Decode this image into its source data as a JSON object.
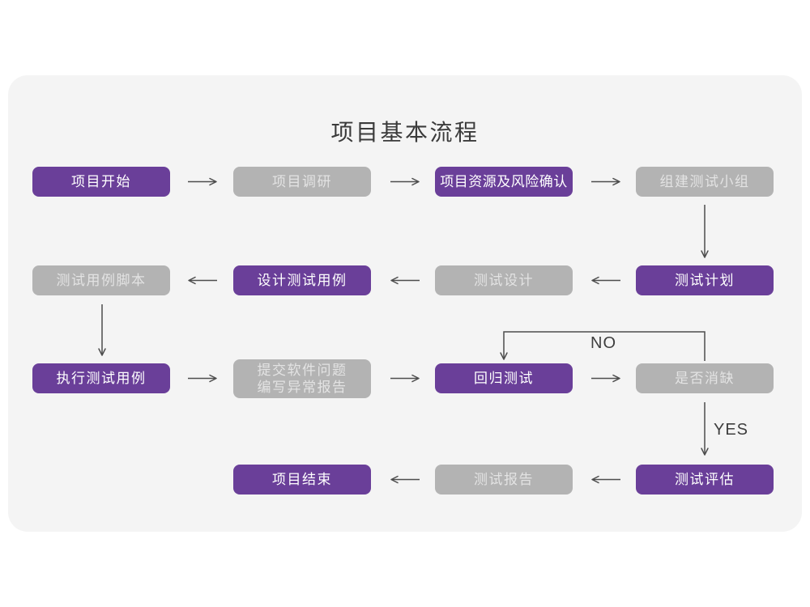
{
  "page": {
    "title": "项目基本流程"
  },
  "colors": {
    "purple": "#6A3F99",
    "gray": "#B3B3B3",
    "card_bg": "#F4F4F4",
    "purple_text": "#FFFFFF",
    "gray_text": "#E3E3E3",
    "arrow": "#4D4D4D",
    "title_text": "#3B3B3B",
    "label_text": "#3E3E3E"
  },
  "labels": {
    "no": "NO",
    "yes": "YES"
  },
  "nodes": [
    {
      "id": "project-start",
      "label": "项目开始",
      "variant": "purple"
    },
    {
      "id": "project-research",
      "label": "项目调研",
      "variant": "gray"
    },
    {
      "id": "resource-risk",
      "label": "项目资源及风险确认",
      "variant": "purple"
    },
    {
      "id": "build-test-team",
      "label": "组建测试小组",
      "variant": "gray"
    },
    {
      "id": "test-plan",
      "label": "测试计划",
      "variant": "purple"
    },
    {
      "id": "test-design",
      "label": "测试设计",
      "variant": "gray"
    },
    {
      "id": "design-test-cases",
      "label": "设计测试用例",
      "variant": "purple"
    },
    {
      "id": "test-case-scripts",
      "label": "测试用例脚本",
      "variant": "gray"
    },
    {
      "id": "execute-test-cases",
      "label": "执行测试用例",
      "variant": "purple"
    },
    {
      "id": "submit-issue-report",
      "label": "提交软件问题\n编写异常报告",
      "variant": "gray"
    },
    {
      "id": "regression-test",
      "label": "回归测试",
      "variant": "purple"
    },
    {
      "id": "defect-cleared",
      "label": "是否消缺",
      "variant": "gray"
    },
    {
      "id": "test-evaluation",
      "label": "测试评估",
      "variant": "purple"
    },
    {
      "id": "test-report",
      "label": "测试报告",
      "variant": "gray"
    },
    {
      "id": "project-end",
      "label": "项目结束",
      "variant": "purple"
    }
  ],
  "edges": [
    {
      "from": "project-start",
      "to": "project-research"
    },
    {
      "from": "project-research",
      "to": "resource-risk"
    },
    {
      "from": "resource-risk",
      "to": "build-test-team"
    },
    {
      "from": "build-test-team",
      "to": "test-plan"
    },
    {
      "from": "test-plan",
      "to": "test-design"
    },
    {
      "from": "test-design",
      "to": "design-test-cases"
    },
    {
      "from": "design-test-cases",
      "to": "test-case-scripts"
    },
    {
      "from": "test-case-scripts",
      "to": "execute-test-cases"
    },
    {
      "from": "execute-test-cases",
      "to": "submit-issue-report"
    },
    {
      "from": "submit-issue-report",
      "to": "regression-test"
    },
    {
      "from": "regression-test",
      "to": "defect-cleared"
    },
    {
      "from": "defect-cleared",
      "to": "regression-test",
      "label": "NO"
    },
    {
      "from": "defect-cleared",
      "to": "test-evaluation",
      "label": "YES"
    },
    {
      "from": "test-evaluation",
      "to": "test-report"
    },
    {
      "from": "test-report",
      "to": "project-end"
    }
  ]
}
